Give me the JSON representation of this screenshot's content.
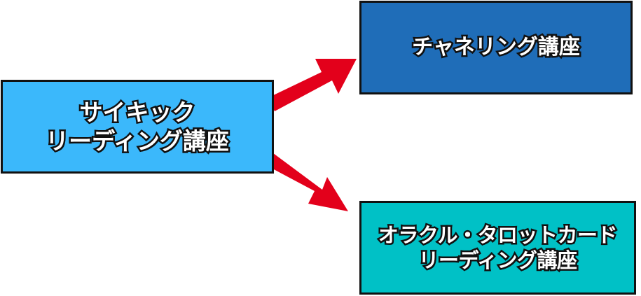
{
  "colors": {
    "source_box": "#3bb8fb",
    "top_box": "#1f6db8",
    "bottom_box": "#00c1c6",
    "arrow": "#e3001b",
    "border": "#111111",
    "text": "#ffffff"
  },
  "source": {
    "line1": "サイキック",
    "line2": "リーディング講座"
  },
  "targets": {
    "top": {
      "line1": "チャネリング講座"
    },
    "bottom": {
      "line1": "オラクル・タロットカード",
      "line2": "リーディング講座"
    }
  }
}
